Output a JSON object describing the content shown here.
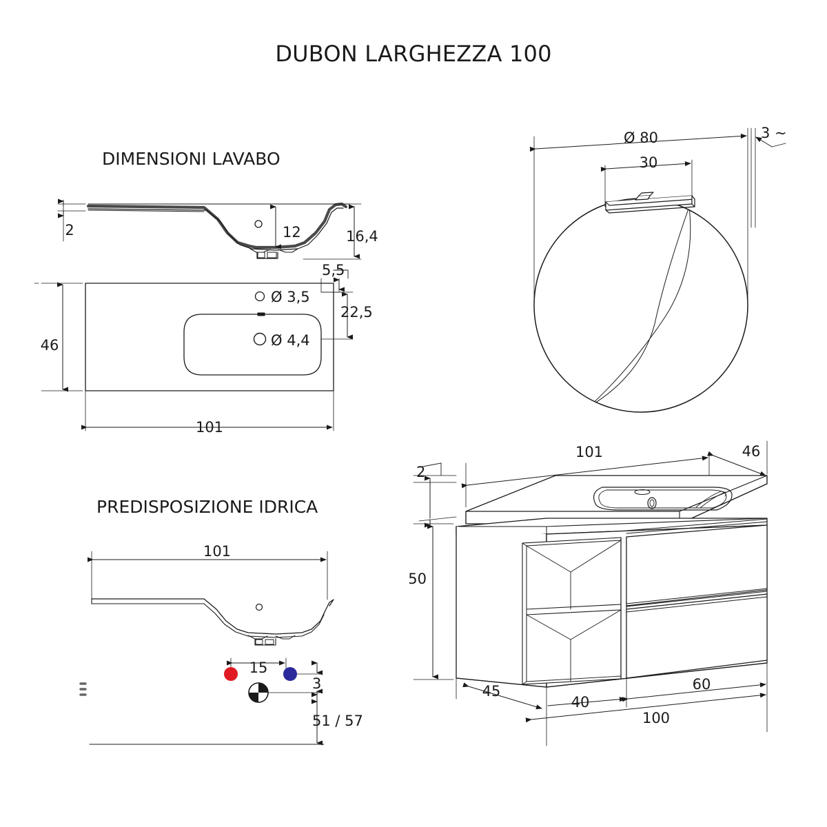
{
  "document": {
    "title": "DUBON LARGHEZZA 100",
    "type": "technical-drawing",
    "units": "cm",
    "language": "it"
  },
  "sections": {
    "basin": {
      "label": "DIMENSIONI LAVABO"
    },
    "plumbing": {
      "label": "PREDISPOSIZIONE IDRICA"
    }
  },
  "basin_section_view": {
    "dimensions": {
      "rim_thickness": "2",
      "tap_hole_height": "12",
      "total_depth": "16,4"
    }
  },
  "basin_plan_view": {
    "dimensions": {
      "depth": "46",
      "width": "101",
      "edge_offset": "5,5",
      "bowl_offset": "22,5"
    },
    "holes": [
      {
        "name": "tap-hole",
        "label": "Ø 3,5"
      },
      {
        "name": "drain-hole",
        "label": "Ø 4,4"
      }
    ]
  },
  "plumbing_view": {
    "dimensions": {
      "width": "101",
      "supply_spacing": "15",
      "supply_offset": "3",
      "height_range": "51 / 57"
    },
    "markers": [
      {
        "name": "hot-water-point",
        "color": "#e01b24"
      },
      {
        "name": "cold-water-point",
        "color": "#2a2a9c"
      },
      {
        "name": "drain-point",
        "color": "#000000"
      }
    ]
  },
  "mirror_view": {
    "dimensions": {
      "diameter": "Ø 80",
      "lamp_width": "30",
      "thickness": "3 ~"
    }
  },
  "vanity_view": {
    "dimensions": {
      "top_width": "101",
      "top_depth": "46",
      "top_thickness": "2",
      "cabinet_height": "50",
      "cabinet_depth": "45",
      "open_section_width": "40",
      "drawer_section_width": "60",
      "cabinet_width": "100"
    }
  },
  "colors": {
    "line": "#1a1a1a",
    "thin_line": "#333333",
    "hot": "#e01b24",
    "cold": "#2a2a9c",
    "background": "#ffffff"
  }
}
